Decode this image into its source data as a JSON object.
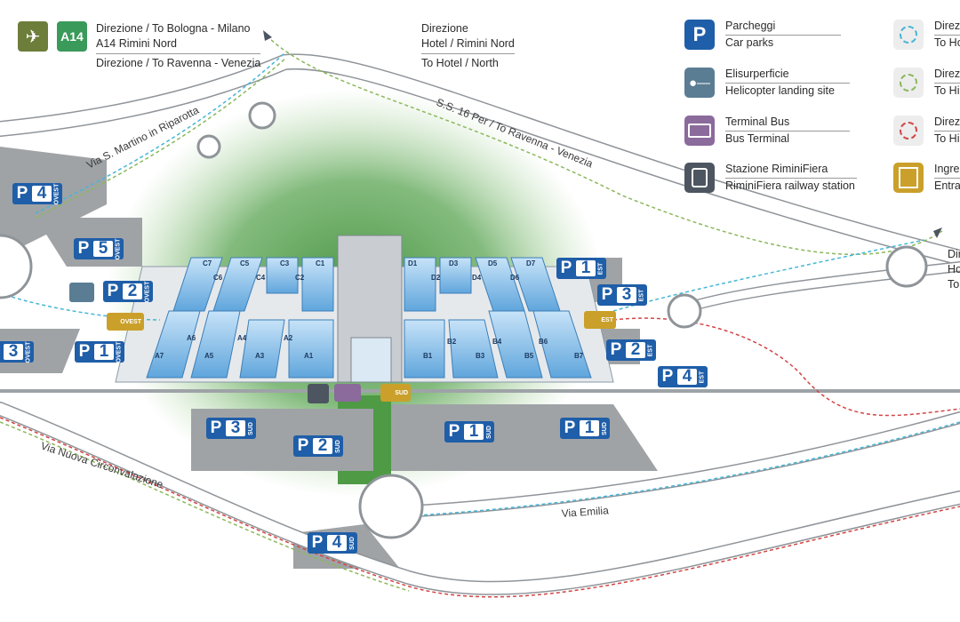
{
  "top_left_direction": {
    "badge_a14": "A14",
    "line1": "Direzione / To Bologna - Milano",
    "line2": "A14 Rimini Nord",
    "line3": "Direzione / To Ravenna - Venezia"
  },
  "top_center_direction": {
    "line1": "Direzione",
    "line2": "Hotel / Rimini Nord",
    "line3": "To Hotel / North"
  },
  "right_direction": {
    "line1": "Dir",
    "line2": "Ho",
    "line3": "To"
  },
  "legend": [
    {
      "icon": "parking-icon",
      "title": "Parcheggi",
      "subtitle": "Car parks",
      "color": "#1f5ea8"
    },
    {
      "icon": "helicopter-icon",
      "title": "Elisurperficie",
      "subtitle": "Helicopter landing site",
      "color": "#5a7d94"
    },
    {
      "icon": "bus-icon",
      "title": "Terminal Bus",
      "subtitle": "Bus Terminal",
      "color": "#8b6a9c"
    },
    {
      "icon": "train-icon",
      "title": "Stazione RiminiFiera",
      "subtitle": "RiminiFiera railway station",
      "color": "#4d5560"
    },
    {
      "icon": "route-blue-icon",
      "title": "Direz",
      "subtitle": "To Ho",
      "color": "#46b6d6"
    },
    {
      "icon": "route-green-icon",
      "title": "Direz",
      "subtitle": "To Hig",
      "color": "#8bb85a"
    },
    {
      "icon": "route-red-icon",
      "title": "Direz",
      "subtitle": "To Hig",
      "color": "#d24545"
    },
    {
      "icon": "entrance-icon",
      "title": "Ingre",
      "subtitle": "Entra",
      "color": "#caa02a"
    }
  ],
  "roads": {
    "via_s_martino": "Via S. Martino in Riparotta",
    "ss16": "S.S. 16 Per / To Ravenna - Venezia",
    "via_nuova": "Via Nuova Circonvalazione",
    "via_emilia": "Via Emilia"
  },
  "parking": [
    {
      "num": "4",
      "zone": "OVEST"
    },
    {
      "num": "5",
      "zone": "OVEST"
    },
    {
      "num": "2",
      "zone": "OVEST"
    },
    {
      "num": "1",
      "zone": "OVEST"
    },
    {
      "num": "3",
      "zone": "OVEST"
    },
    {
      "num": "1",
      "zone": "EST"
    },
    {
      "num": "3",
      "zone": "EST"
    },
    {
      "num": "2",
      "zone": "EST"
    },
    {
      "num": "4",
      "zone": "EST"
    },
    {
      "num": "3",
      "zone": "SUD"
    },
    {
      "num": "2",
      "zone": "SUD"
    },
    {
      "num": "1",
      "zone": "SUD"
    },
    {
      "num": "1",
      "zone": "SUD"
    },
    {
      "num": "4",
      "zone": "SUD"
    }
  ],
  "parking_letter": "P",
  "entrances": [
    "OVEST",
    "EST",
    "SUD"
  ],
  "halls": [
    "C7",
    "C5",
    "C3",
    "C1",
    "C6",
    "C4",
    "C2",
    "A6",
    "A4",
    "A2",
    "A7",
    "A5",
    "A3",
    "A1",
    "D1",
    "D3",
    "D5",
    "D7",
    "D2",
    "D4",
    "D6",
    "B2",
    "B4",
    "B6",
    "B1",
    "B3",
    "B5",
    "B7"
  ]
}
